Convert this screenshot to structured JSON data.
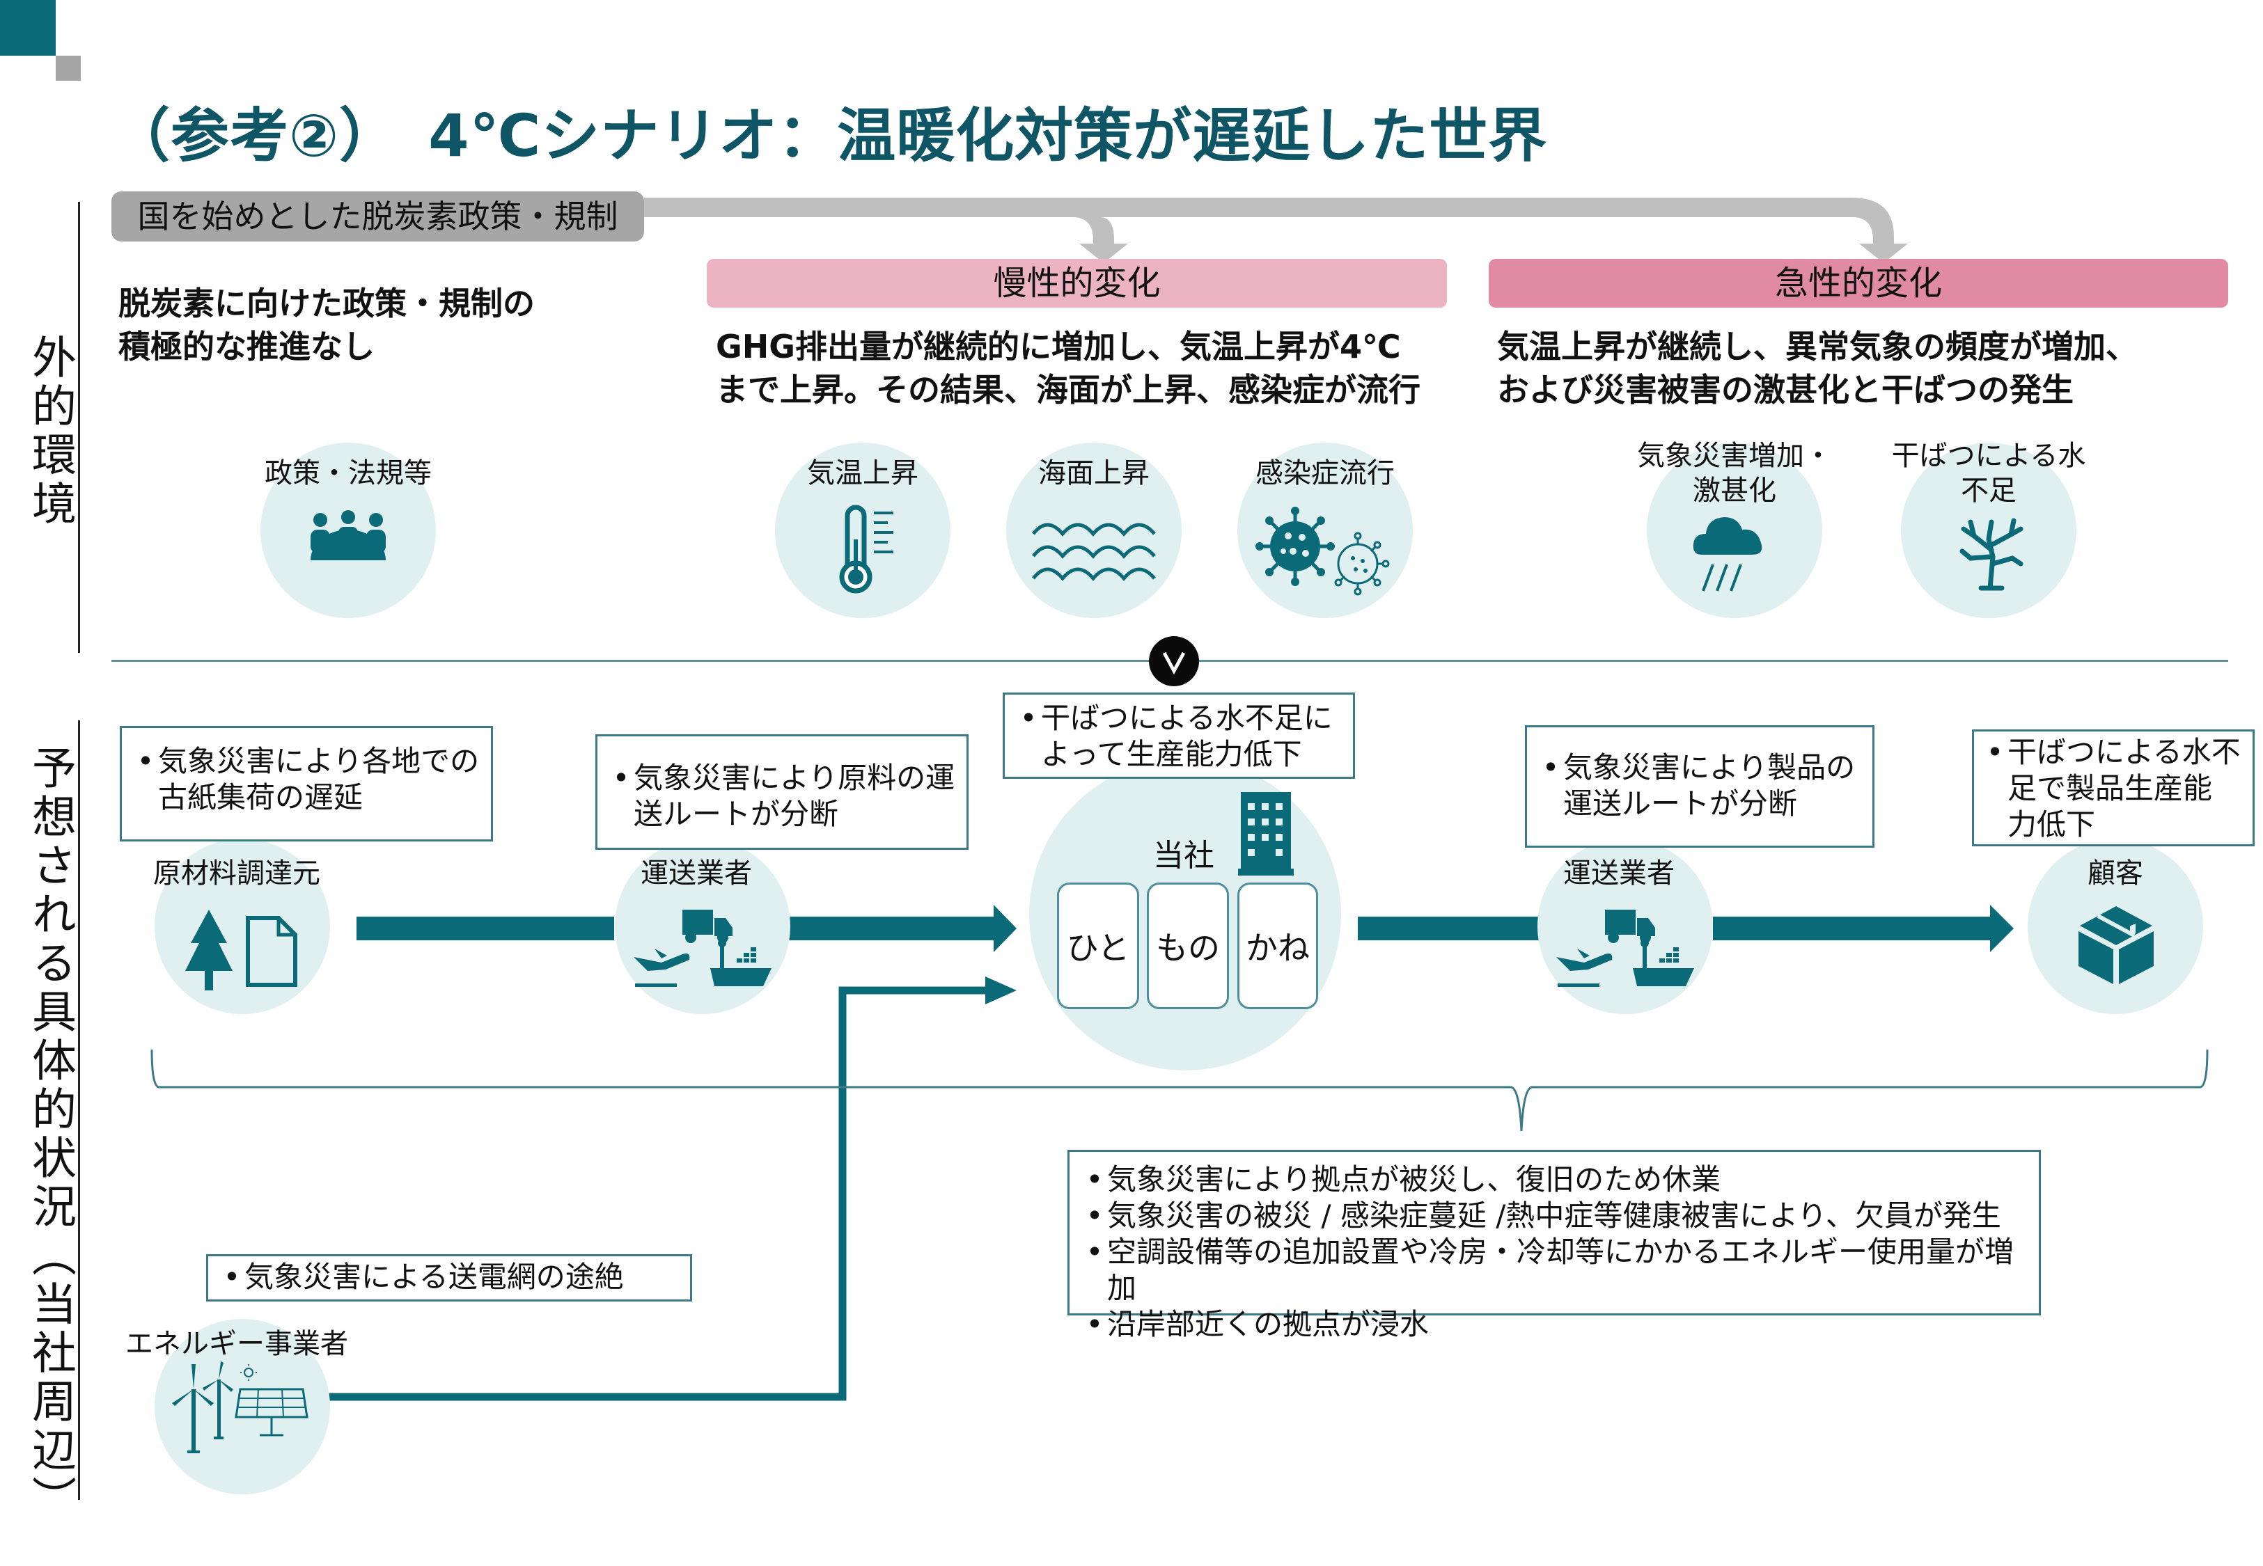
{
  "page": {
    "title": "（参考②）　4℃シナリオ：温暖化対策が遅延した世界",
    "colors": {
      "accent_teal": "#0b6a78",
      "title_teal": "#0e5566",
      "gray": "#a6a6a6",
      "pink_chronic": "#ecb3c3",
      "pink_acute": "#e08aa3",
      "circle_fill": "#e0eff0"
    }
  },
  "sections": {
    "external": "外的環境",
    "specific": "予想される具体的状況（当社周辺）"
  },
  "external": {
    "policy_label": "国を始めとした脱炭素政策・規制",
    "policy_desc": [
      "脱炭素に向けた政策・規制の",
      "積極的な推進なし"
    ],
    "chronic": {
      "header": "慢性的変化",
      "desc": [
        "GHG排出量が継続的に増加し、気温上昇が4℃",
        "まで上昇。その結果、海面が上昇、感染症が流行"
      ]
    },
    "acute": {
      "header": "急性的変化",
      "desc": [
        "気温上昇が継続し、異常気象の頻度が増加、",
        "および災害被害の激甚化と干ばつの発生"
      ]
    },
    "icons": [
      {
        "label": "政策・法規等",
        "icon": "people-meeting-icon"
      },
      {
        "label": "気温上昇",
        "icon": "thermometer-icon"
      },
      {
        "label": "海面上昇",
        "icon": "waves-icon"
      },
      {
        "label": "感染症流行",
        "icon": "virus-icon"
      },
      {
        "label": "気象災害増加・\n激甚化",
        "label_lines": [
          "気象災害増加・",
          "激甚化"
        ],
        "icon": "rain-cloud-icon"
      },
      {
        "label": "干ばつによる水\n不足",
        "label_lines": [
          "干ばつによる水",
          "不足"
        ],
        "icon": "dead-tree-icon"
      }
    ]
  },
  "flow": {
    "v_badge": "V",
    "nodes": {
      "supplier": {
        "label": "原材料調達元",
        "icon": "tree-and-document-icon"
      },
      "transport_in": {
        "label": "運送業者",
        "icon": "logistics-icon"
      },
      "company": {
        "label": "当社",
        "icon": "building-icon",
        "cards": [
          "ひと",
          "もの",
          "かね"
        ]
      },
      "transport_out": {
        "label": "運送業者",
        "icon": "logistics-icon"
      },
      "customer": {
        "label": "顧客",
        "icon": "package-box-icon"
      },
      "energy": {
        "label": "エネルギー事業者",
        "icon": "wind-solar-icon"
      }
    },
    "notes": {
      "supplier": [
        "気象災害により各地での",
        "古紙集荷の遅延"
      ],
      "transport_in": [
        "気象災害により原料の運",
        "送ルートが分断"
      ],
      "company": [
        "干ばつによる水不足に",
        "よって生産能力低下"
      ],
      "transport_out": [
        "気象災害により製品の",
        "運送ルートが分断"
      ],
      "customer": [
        "干ばつによる水不",
        "足で製品生産能",
        "力低下"
      ],
      "energy": [
        "気象災害による送電網の途絶"
      ]
    },
    "summary": [
      "気象災害により拠点が被災し、復旧のため休業",
      "気象災害の被災 / 感染症蔓延 /熱中症等健康被害により、欠員が発生",
      "空調設備等の追加設置や冷房・冷却等にかかるエネルギー使用量が増加",
      "沿岸部近くの拠点が浸水"
    ],
    "bullet": "•"
  }
}
